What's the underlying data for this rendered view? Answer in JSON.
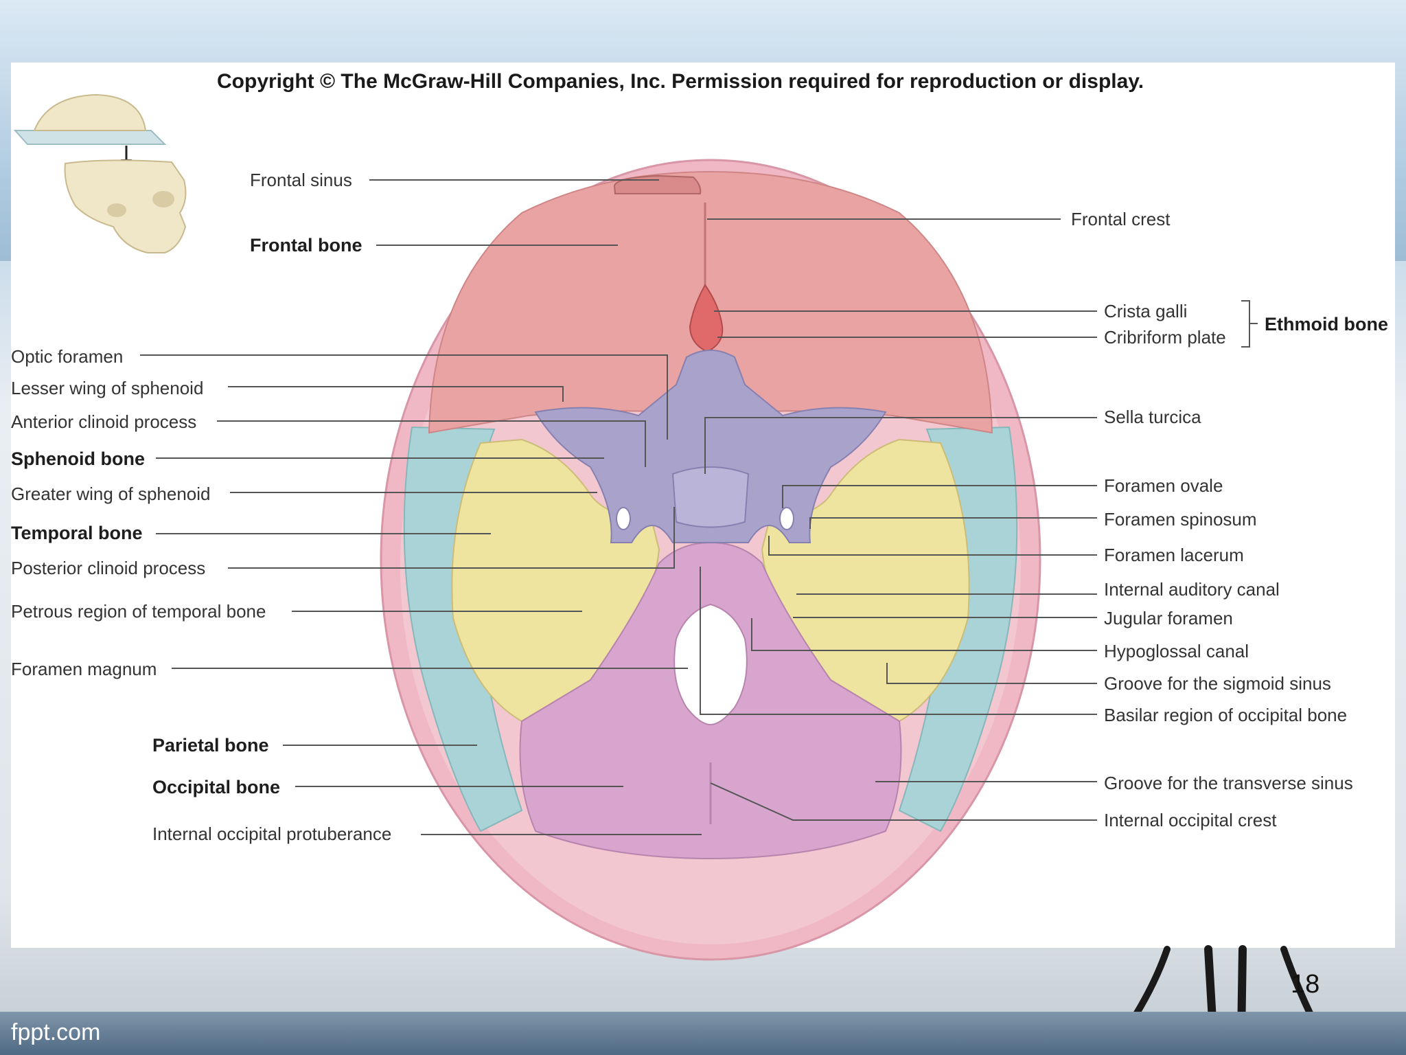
{
  "header": {
    "copyright": "Copyright © The McGraw-Hill Companies, Inc. Permission required for reproduction or display."
  },
  "footer": {
    "brand": "fppt.com",
    "page_number": "18"
  },
  "labels_left": {
    "frontal_sinus": "Frontal sinus",
    "frontal_bone": "Frontal bone",
    "optic_foramen": "Optic foramen",
    "lesser_wing": "Lesser wing of sphenoid",
    "anterior_clinoid": "Anterior clinoid process",
    "sphenoid_bone": "Sphenoid bone",
    "greater_wing": "Greater wing of sphenoid",
    "temporal_bone": "Temporal bone",
    "posterior_clinoid": "Posterior clinoid process",
    "petrous_region": "Petrous region of temporal bone",
    "foramen_magnum": "Foramen magnum",
    "parietal_bone": "Parietal bone",
    "occipital_bone": "Occipital bone",
    "internal_occipital_protuberance": "Internal occipital protuberance"
  },
  "labels_right": {
    "frontal_crest": "Frontal crest",
    "crista_galli": "Crista galli",
    "cribriform_plate": "Cribriform plate",
    "ethmoid_bone": "Ethmoid bone",
    "sella_turcica": "Sella turcica",
    "foramen_ovale": "Foramen ovale",
    "foramen_spinosum": "Foramen spinosum",
    "foramen_lacerum": "Foramen lacerum",
    "internal_auditory_canal": "Internal auditory canal",
    "jugular_foramen": "Jugular foramen",
    "hypoglossal_canal": "Hypoglossal canal",
    "groove_sigmoid": "Groove for the sigmoid sinus",
    "basilar_region": "Basilar region of occipital bone",
    "groove_transverse": "Groove for the transverse sinus",
    "internal_occipital_crest": "Internal occipital crest"
  },
  "colors": {
    "frontal": "#e9a3a3",
    "sphenoid": "#a9a3cc",
    "temporal": "#efe3a0",
    "parietal": "#a9d3d6",
    "occipital": "#d7a5cd",
    "rim": "#f0b8c4"
  }
}
